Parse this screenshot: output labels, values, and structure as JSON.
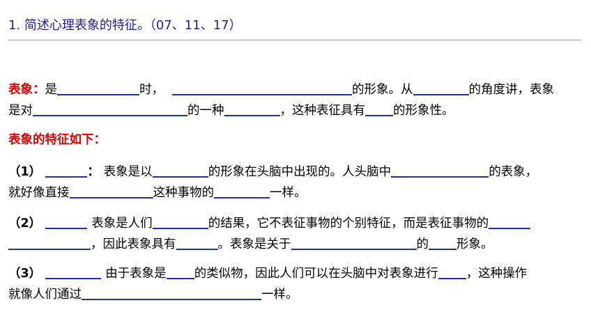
{
  "question": {
    "title": "1. 简述心理表象的特征。（07、11、17）"
  },
  "definition": {
    "label": "表象：",
    "t1": "是",
    "t2": "时，",
    "t3": "的形象。从",
    "t4": "的角度讲，表象",
    "t5": "是对",
    "t6": "的一种",
    "t7": "，这种表征具有",
    "t8": "的形象性。"
  },
  "features_heading": "表象的特征如下：",
  "feature1": {
    "num": "（1）",
    "colon": "：",
    "t1": "表象是以",
    "t2": "的形象在头脑中出现的。人头脑中",
    "t3": "的表象，",
    "t4": "就好像直接",
    "t5": "这种事物的",
    "t6": "一样。"
  },
  "feature2": {
    "num": "（2）",
    "t1": "表象是人们",
    "t2": "的结果，它不表征事物的个别特征，而是表征事物的",
    "t3": "，因此表象具有",
    "t4": "。表象是关于",
    "t5": "的",
    "t6": "形象。"
  },
  "feature3": {
    "num": "（3）",
    "t1": "由于表象是",
    "t2": "的类似物，因此人们可以在头脑中对表象进行",
    "t3": "，这种操作",
    "t4": "就像人们通过",
    "t5": "一样。"
  }
}
